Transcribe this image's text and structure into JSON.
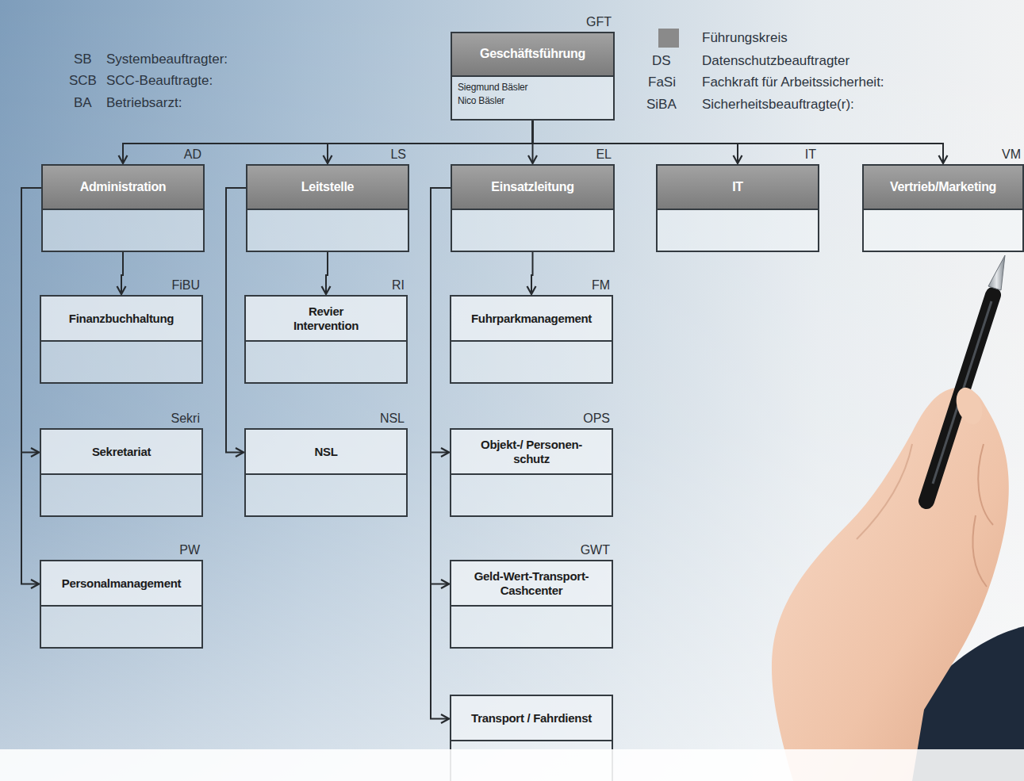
{
  "diagram": {
    "nodes": [
      {
        "text": [
          "GFT",
          "Geschäftsführung",
          "Siegmund Bäsler",
          "Nico Bäsler"
        ]
      },
      {
        "text": [
          "AD",
          "Administration"
        ]
      },
      {
        "text": [
          "LS",
          "Leitstelle"
        ]
      },
      {
        "text": [
          "EL",
          "Einsatzleitung"
        ]
      },
      {
        "text": [
          "IT",
          "IT"
        ]
      },
      {
        "text": [
          "VM",
          "Vertrieb/Marketing"
        ]
      },
      {
        "text": [
          "FiBU",
          "Finanzbuchhaltung"
        ]
      },
      {
        "text": [
          "Sekri",
          "Sekretariat"
        ]
      },
      {
        "text": [
          "PW",
          "Personalmanagement"
        ]
      },
      {
        "text": [
          "RI",
          "Revier Intervention"
        ]
      },
      {
        "text": [
          "NSL",
          "NSL"
        ]
      },
      {
        "text": [
          "FM",
          "Fuhrparkmanagement"
        ]
      },
      {
        "text": [
          "OPS",
          "Objekt-/ Personen- schutz"
        ]
      },
      {
        "text": [
          "GWT",
          "Geld-Wert-Transport- Cashcenter"
        ]
      },
      {
        "text": [
          "Transport / Fahrdienst"
        ]
      }
    ],
    "edges": [
      {
        "from": 0,
        "to": 1,
        "arrow": "to"
      },
      {
        "from": 0,
        "to": 2,
        "arrow": "to"
      },
      {
        "from": 0,
        "to": 3,
        "arrow": "to"
      },
      {
        "from": 0,
        "to": 4,
        "arrow": "to"
      },
      {
        "from": 0,
        "to": 5,
        "arrow": "to"
      },
      {
        "from": 1,
        "to": 6,
        "arrow": "to"
      },
      {
        "from": 1,
        "to": 7,
        "arrow": "to"
      },
      {
        "from": 1,
        "to": 8,
        "arrow": "to"
      },
      {
        "from": 2,
        "to": 9,
        "arrow": "to"
      },
      {
        "from": 2,
        "to": 10,
        "arrow": "to"
      },
      {
        "from": 3,
        "to": 11,
        "arrow": "to"
      },
      {
        "from": 3,
        "to": 12,
        "arrow": "to"
      },
      {
        "from": 3,
        "to": 13,
        "arrow": "to"
      },
      {
        "from": 3,
        "to": 14,
        "arrow": "to"
      }
    ],
    "labels": [
      "SB",
      "Systembeauftragter:",
      "SCB",
      "SCC-Beauftragte:",
      "BA",
      "Betriebsarzt:",
      "DS",
      "Datenschutzbeauftragter",
      "FaSi",
      "Fachkraft für Arbeitssicherheit:",
      "SiBA",
      "Sicherheitsbeauftragte(r):"
    ],
    "legend": [
      {
        "text": "Führungskreis",
        "color": "#8a8a8a"
      }
    ]
  }
}
